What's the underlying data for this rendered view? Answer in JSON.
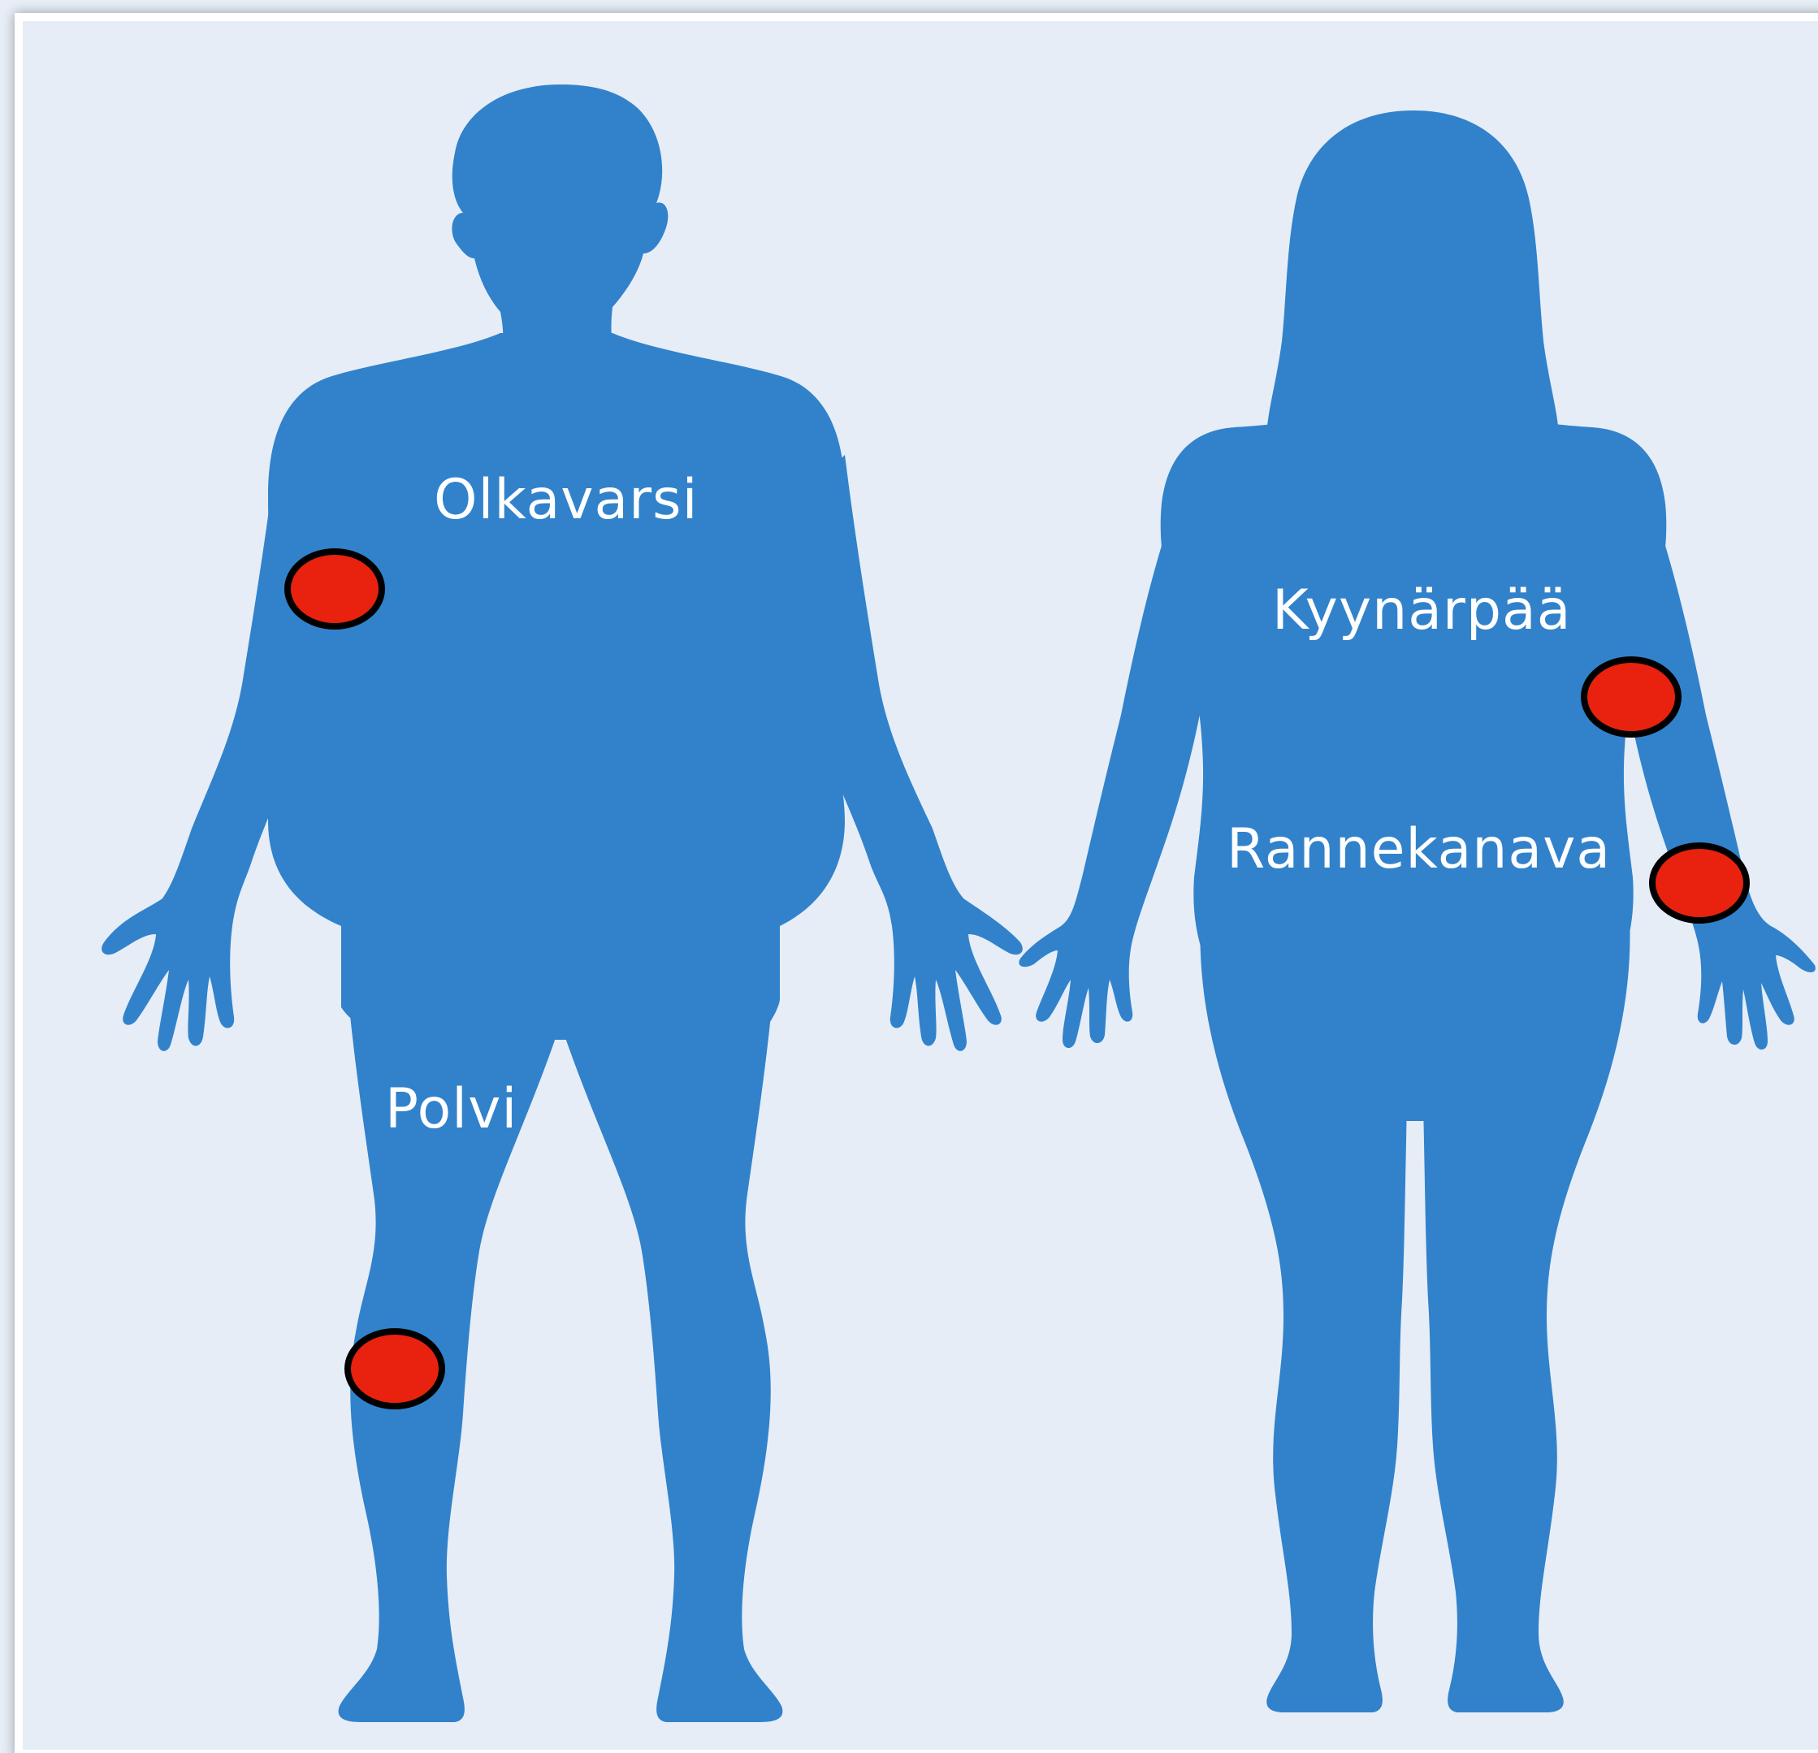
{
  "figure": {
    "silhouette_color": "#3182cb",
    "background_color": "#e6edf7",
    "marker_fill": "#e8220f",
    "marker_stroke": "#000000",
    "labels": {
      "olkavarsi": "Olkavarsi",
      "kyynarpaa": "Kyynärpää",
      "rannekanava": "Rannekanava",
      "polvi": "Polvi"
    }
  }
}
